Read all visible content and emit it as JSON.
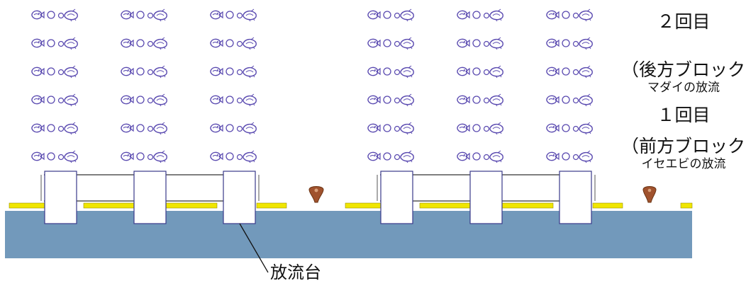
{
  "annotations": {
    "round2": {
      "title": "２回目",
      "block": "（後方ブロック）",
      "release": "マダイの放流"
    },
    "round1": {
      "title": "１回目",
      "block": "（前方ブロック）",
      "release": "イセエビの放流"
    }
  },
  "release_stand_label": "放流台",
  "colors": {
    "water": "#7299bb",
    "rail": "#f0e600",
    "fish": "#5a4ab0",
    "stand_fill": "#ffffff",
    "stand_stroke": "#3a3a8a",
    "float": "#a0522d"
  },
  "icons": {
    "fish_cluster": "fish-circle-fish-icon",
    "float": "buoy-icon"
  }
}
